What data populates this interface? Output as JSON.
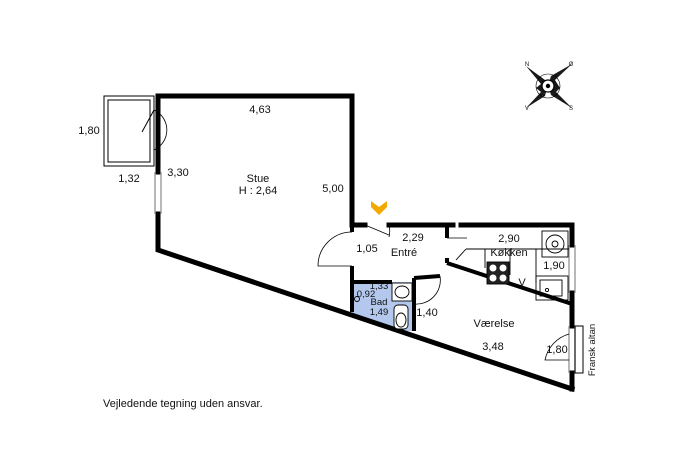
{
  "rooms": {
    "stue": {
      "name": "Stue",
      "height": "H : 2,64",
      "width": "4,63",
      "depth": "5,00",
      "side": "3,30"
    },
    "balcony": {
      "width": "1,80",
      "depth": "1,32"
    },
    "entre": {
      "name": "Entré",
      "width": "2,29",
      "depth": "1,05"
    },
    "kokken": {
      "name": "Køkken",
      "width": "2,90",
      "depth": "1,90"
    },
    "bad": {
      "name": "Bad",
      "width": "1,33",
      "depth": "1,49",
      "side": "0,92"
    },
    "vaerelse": {
      "name": "Værelse",
      "width": "3,48",
      "side": "1,40",
      "door": "1,80"
    },
    "fransk_altan": {
      "name": "Fransk altan"
    }
  },
  "compass": {
    "n": "N",
    "o": "Ø",
    "s": "S",
    "v": "V"
  },
  "kitchen_fridge_letter": "V",
  "disclaimer": "Vejledende tegning uden ansvar.",
  "colors": {
    "wall": "#000000",
    "bath_fill": "#b3c8ec",
    "entrance_arrow": "#f2a900",
    "window": "#9a9a9a"
  }
}
